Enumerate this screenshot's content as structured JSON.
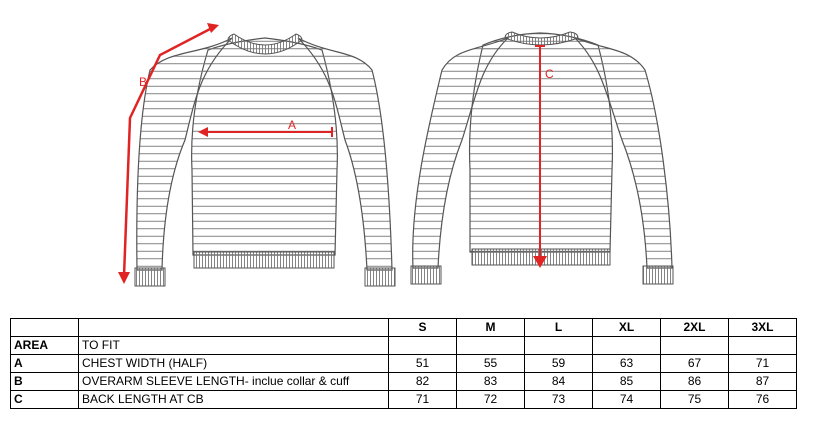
{
  "diagram": {
    "labels": {
      "a": "A",
      "b": "B",
      "c": "C"
    },
    "colors": {
      "line": "#555555",
      "measure": "#e02424"
    }
  },
  "table": {
    "sizes": [
      "S",
      "M",
      "L",
      "XL",
      "2XL",
      "3XL"
    ],
    "header": {
      "area": "AREA",
      "to_fit": "TO FIT"
    },
    "rows": [
      {
        "code": "A",
        "desc": "CHEST WIDTH (HALF)",
        "values": [
          "51",
          "55",
          "59",
          "63",
          "67",
          "71"
        ]
      },
      {
        "code": "B",
        "desc": "OVERARM SLEEVE LENGTH- inclue collar & cuff",
        "values": [
          "82",
          "83",
          "84",
          "85",
          "86",
          "87"
        ]
      },
      {
        "code": "C",
        "desc": "BACK LENGTH AT CB",
        "values": [
          "71",
          "72",
          "73",
          "74",
          "75",
          "76"
        ]
      }
    ]
  }
}
